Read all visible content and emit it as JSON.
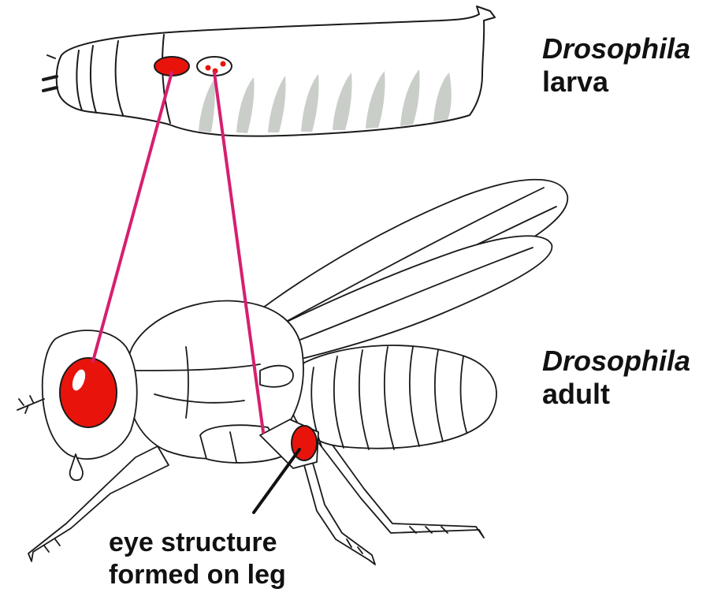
{
  "labels": {
    "larva": {
      "genus": "Drosophila",
      "stage": "larva"
    },
    "adult": {
      "genus": "Drosophila",
      "stage": "adult"
    },
    "caption": {
      "line1": "eye structure",
      "line2": "formed on leg"
    }
  },
  "colors": {
    "outline": "#1a1a1a",
    "eye_red": "#e8140c",
    "connector_pink": "#d61f6f",
    "denticle_gray": "#c9cec9",
    "background": "#ffffff"
  }
}
